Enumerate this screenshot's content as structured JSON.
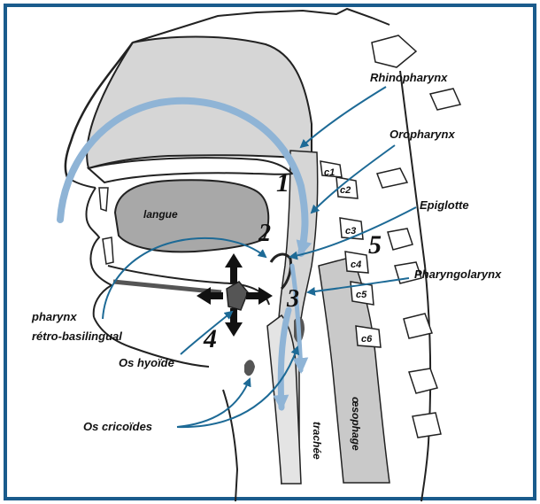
{
  "labels": {
    "rhinopharynx": "Rhinopharynx",
    "oropharynx": "Oropharynx",
    "epiglotte": "Epiglotte",
    "pharyngolarynx": "Pharyngolarynx",
    "langue": "langue",
    "pharynx_line1": "pharynx",
    "pharynx_line2": "rétro-basilingual",
    "os_hyoide": "Os hyoïde",
    "os_cricoides": "Os cricoïdes",
    "trachee": "trachée",
    "oesophage": "œsophage"
  },
  "vertebrae": [
    "c1",
    "c2",
    "c3",
    "c4",
    "c5",
    "c6"
  ],
  "numbers": [
    "1",
    "2",
    "3",
    "4",
    "5"
  ],
  "colors": {
    "frame": "#1a5b8c",
    "pointer": "#1d6a96",
    "flow_arrow": "#8fb4d6",
    "airway_fill": "#d6d6d6",
    "tongue_fill": "#a8a8a8",
    "outline": "#222222"
  }
}
